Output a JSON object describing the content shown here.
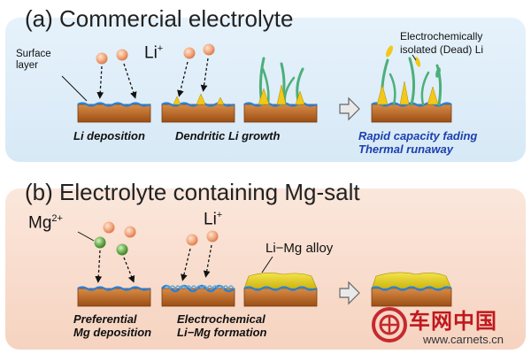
{
  "panel_a": {
    "title": "(a) Commercial electrolyte",
    "label_surface_line1": "Surface",
    "label_surface_line2": "layer",
    "label_li": "Li",
    "label_li_sup": "+",
    "label_dead_line1": "Electrochemically",
    "label_dead_line2": "isolated (Dead)  Li",
    "caption_1": "Li deposition",
    "caption_2": "Dendritic Li growth",
    "caption_result_line1": "Rapid capacity fading",
    "caption_result_line2": "Thermal runaway"
  },
  "panel_b": {
    "title": "(b) Electrolyte containing Mg-salt",
    "label_mg": "Mg",
    "label_mg_sup": "2+",
    "label_li": "Li",
    "label_li_sup": "+",
    "label_alloy": "Li−Mg alloy",
    "caption_1_line1": "Preferential",
    "caption_1_line2": "Mg deposition",
    "caption_2_line1": "Electrochemical",
    "caption_2_line2": "Li−Mg formation"
  },
  "watermark": {
    "site_cn": "车网中国",
    "site_url": "www.carnets.cn"
  },
  "colors": {
    "panel_a_bg": "#dcecf8",
    "panel_b_bg": "#f8dccb",
    "substrate": "#b9651f",
    "li_ion": "#f0b08a",
    "mg_ion": "#6aa84f",
    "dendrite_green": "#4caf7a",
    "dendrite_yellow": "#f2c81a",
    "alloy": "#e8d41c",
    "caption_blue": "#1c3fae"
  }
}
